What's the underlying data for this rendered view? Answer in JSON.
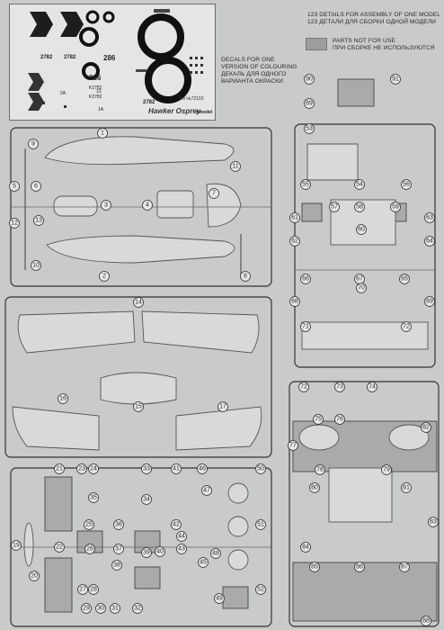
{
  "decal_sheet": {
    "title": "Hawker Osprey",
    "kit_number": "Kit №72193",
    "brand": "Amodel",
    "markings": [
      "2782",
      "2782",
      "286",
      "286",
      "K2782",
      "K2782",
      "13",
      "2782",
      "1A",
      "2A"
    ]
  },
  "header": {
    "line1": "123 DETAILS FOR ASSEMBLY OF ONE MODEL",
    "line2": "123 ДЕТАЛИ ДЛЯ СБОРКИ ОДНОЙ МОДЕЛИ"
  },
  "legend": {
    "line1": "PARTS NOT FOR USE",
    "line2": "ПРИ СБОРКЕ НЕ ИСПОЛЬЗУЮТСЯ",
    "swatch_color": "#9c9d9c"
  },
  "decal_note": {
    "line1": "DECALS FOR ONE",
    "line2": "VERSION OF COLOURING",
    "line3": "ДЕКАЛЬ ДЛЯ ОДНОГО",
    "line4": "ВАРИАНТА ОКРАСКИ"
  },
  "part_numbers": {
    "sprue_a": [
      "1",
      "2",
      "3",
      "4",
      "5",
      "6",
      "7",
      "8",
      "9",
      "10",
      "11",
      "12",
      "13"
    ],
    "sprue_b": [
      "14",
      "15",
      "16",
      "17"
    ],
    "sprue_c": [
      "19",
      "20",
      "21",
      "22",
      "23",
      "24",
      "25",
      "26",
      "27",
      "28",
      "29",
      "30",
      "31",
      "32",
      "33",
      "34",
      "35",
      "36",
      "37",
      "38",
      "39",
      "40",
      "41",
      "42",
      "43",
      "44",
      "45",
      "46",
      "47",
      "48",
      "49",
      "50",
      "51",
      "52"
    ],
    "sprue_d": [
      "53",
      "54",
      "55",
      "56",
      "57",
      "58",
      "59",
      "60",
      "61",
      "62",
      "63",
      "64",
      "65",
      "66",
      "67",
      "68",
      "69",
      "70",
      "71",
      "72",
      "89",
      "90",
      "91"
    ],
    "sprue_e": [
      "72",
      "73",
      "74",
      "75",
      "76",
      "77",
      "78",
      "79",
      "80",
      "81",
      "82",
      "83",
      "84",
      "85",
      "86",
      "87",
      "88"
    ]
  },
  "colors": {
    "background": "#c9cbca",
    "grey_parts": "#a9aaa9",
    "frame": "#4a4a4a"
  }
}
